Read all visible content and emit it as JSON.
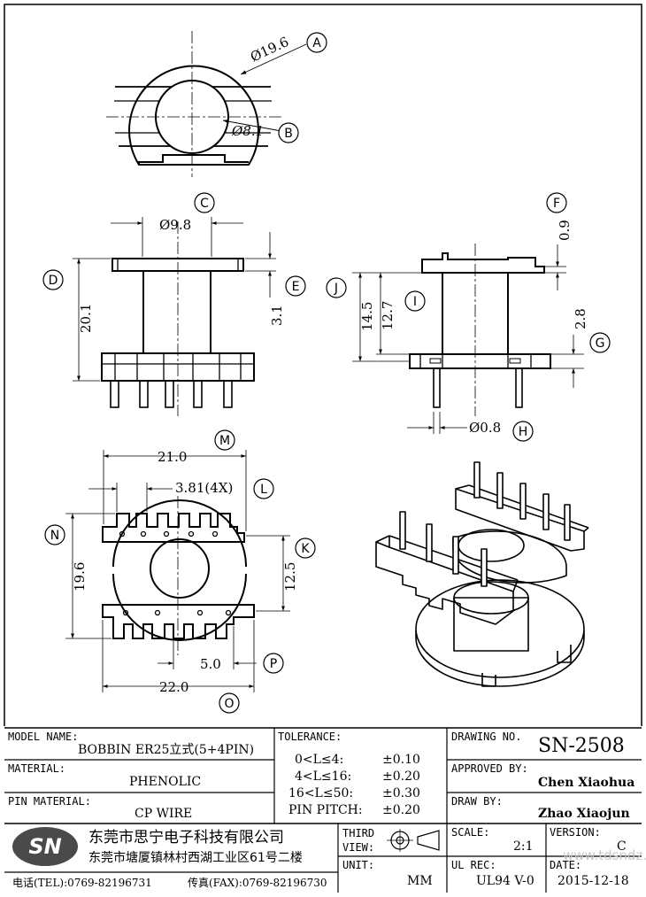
{
  "dims": {
    "A": "Ø19.6",
    "B": "Ø8.1",
    "C": "Ø9.8",
    "D": "20.1",
    "E": "3.1",
    "F": "0.9",
    "G": "2.8",
    "H": "Ø0.8",
    "I": "12.7",
    "J": "14.5",
    "M": "21.0",
    "L": "3.81(4X)",
    "N": "19.6",
    "K": "12.5",
    "P": "5.0",
    "O": "22.0"
  },
  "letters": [
    "A",
    "B",
    "C",
    "D",
    "E",
    "F",
    "G",
    "H",
    "I",
    "J",
    "K",
    "L",
    "M",
    "N",
    "O",
    "P"
  ],
  "title_block": {
    "model_name_label": "MODEL NAME:",
    "model_name": "BOBBIN ER25立式(5+4PIN)",
    "material_label": "MATERIAL:",
    "material": "PHENOLIC",
    "pin_material_label": "PIN MATERIAL:",
    "pin_material": "CP WIRE",
    "tolerance_label": "TOLERANCE:",
    "tolerances": [
      {
        "range": "0<L≤4:",
        "value": "±0.10"
      },
      {
        "range": "4<L≤16:",
        "value": "±0.20"
      },
      {
        "range": "16<L≤50:",
        "value": "±0.30"
      },
      {
        "range": "PIN PITCH:",
        "value": "±0.20"
      }
    ],
    "drawing_no_label": "DRAWING NO.",
    "drawing_no": "SN-2508",
    "approved_by_label": "APPROVED BY:",
    "approved_by": "Chen Xiaohua",
    "draw_by_label": "DRAW BY:",
    "draw_by": "Zhao Xiaojun",
    "third_view_label_1": "THIRD",
    "third_view_label_2": "VIEW:",
    "unit_label": "UNIT:",
    "unit": "MM",
    "scale_label": "SCALE:",
    "scale": "2:1",
    "version_label": "VERSION:",
    "version": "C",
    "ul_rec_label": "UL REC:",
    "ul_rec": "UL94 V-0",
    "date_label": "DATE:",
    "date": "2015-12-18",
    "logo": "SN",
    "company_name": "东莞市思宁电子科技有限公司",
    "company_address": "东莞市塘厦镇林村西湖工业区61号二楼",
    "tel": "电话(TEL):0769-82196731",
    "fax": "传真(FAX):0769-82196730",
    "watermark": "www.tdsndz.com"
  }
}
